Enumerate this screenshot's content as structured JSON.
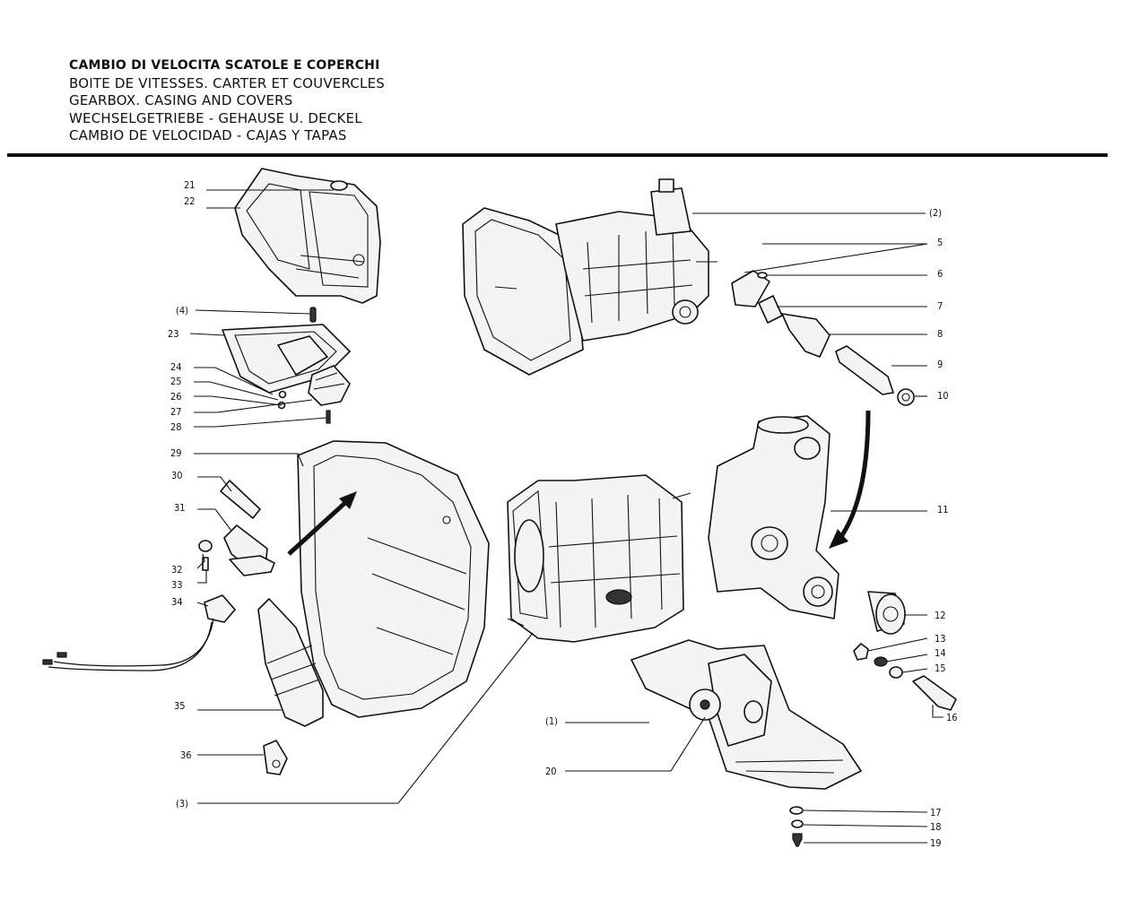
{
  "header": {
    "titles": [
      "CAMBIO DI VELOCITA SCATOLE E COPERCHI",
      "BOITE DE VITESSES. CARTER ET COUVERCLES",
      "GEARBOX. CASING AND COVERS",
      "WECHSELGETRIEBE - GEHAUSE U. DECKEL",
      "CAMBIO DE VELOCIDAD - CAJAS Y TAPAS"
    ]
  },
  "callouts": {
    "c21": "21",
    "c22": "22",
    "c4": "(4)",
    "c23": "23",
    "c24": "24",
    "c25": "25",
    "c26": "26",
    "c27": "27",
    "c28": "28",
    "c29": "29",
    "c30": "30",
    "c31": "31",
    "c32": "32",
    "c33": "33",
    "c34": "34",
    "c35": "35",
    "c36": "36",
    "c3": "(3)",
    "c2": "(2)",
    "c5": "5",
    "c6": "6",
    "c7": "7",
    "c8": "8",
    "c9": "9",
    "c10": "10",
    "c11": "11",
    "c12": "12",
    "c13": "13",
    "c14": "14",
    "c15": "15",
    "c16": "16",
    "c1": "(1)",
    "c20": "20",
    "c17": "17",
    "c18": "18",
    "c19": "19"
  },
  "colors": {
    "ink": "#111111",
    "paper": "#ffffff"
  }
}
